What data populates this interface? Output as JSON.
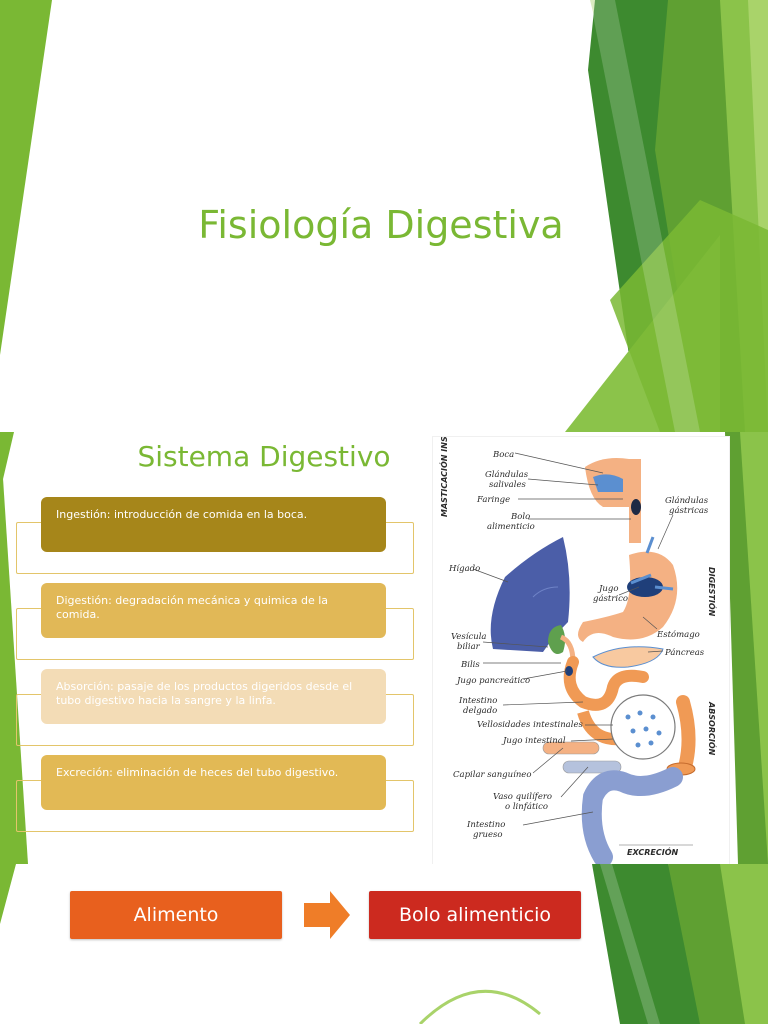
{
  "slide1": {
    "title": "Fisiología Digestiva"
  },
  "slide2": {
    "title": "Sistema Digestivo",
    "steps": [
      {
        "text": "Ingestión: introducción de comida en la boca.",
        "color": "#a6861a"
      },
      {
        "text": "Digestión: degradación mecánica y quimica de la comida.",
        "color": "#e1b857"
      },
      {
        "text": "Absorción: pasaje de los productos digeridos desde el tubo digestivo hacia la sangre y la linfa.",
        "color": "#f3dcb6"
      },
      {
        "text": "Excreción: eliminación de heces del tubo digestivo.",
        "color": "#e2b955"
      }
    ],
    "diagram": {
      "section_labels": [
        "MASTICACIÓN INSALIVACIÓN",
        "DIGESTIÓN",
        "ABSORCIÓN",
        "EXCRECIÓN"
      ],
      "labels": {
        "boca": "Boca",
        "glandulas_salivales_1": "Glándulas",
        "glandulas_salivales_2": "salivales",
        "faringe": "Faringe",
        "bolo_1": "Bolo",
        "bolo_2": "alimenticio",
        "glandulas_gastricas_1": "Glándulas",
        "glandulas_gastricas_2": "gástricas",
        "higado": "Hígado",
        "jugo_gastrico_1": "Jugo",
        "jugo_gastrico_2": "gástrico",
        "vesicula_1": "Vesícula",
        "vesicula_2": "biliar",
        "estomago": "Estómago",
        "bilis": "Bilis",
        "pancreas": "Páncreas",
        "jugo_pancreatico": "Jugo pancreático",
        "intestino_delgado_1": "Intestino",
        "intestino_delgado_2": "delgado",
        "vellosidades": "Vellosidades intestinales",
        "jugo_intestinal": "Jugo intestinal",
        "capilar": "Capilar sanguíneo",
        "vaso_1": "Vaso quilífero",
        "vaso_2": "o linfático",
        "intestino_grueso_1": "Intestino",
        "intestino_grueso_2": "grueso"
      }
    }
  },
  "slide3": {
    "flow": [
      {
        "label": "Alimento",
        "color": "#e8601e"
      },
      {
        "label": "Bolo alimenticio",
        "color": "#cc2a1f"
      }
    ],
    "arrow_color": "#ef7d28"
  },
  "theme": {
    "accent": "#7ab834",
    "dark_green": "#3d8a2f"
  }
}
